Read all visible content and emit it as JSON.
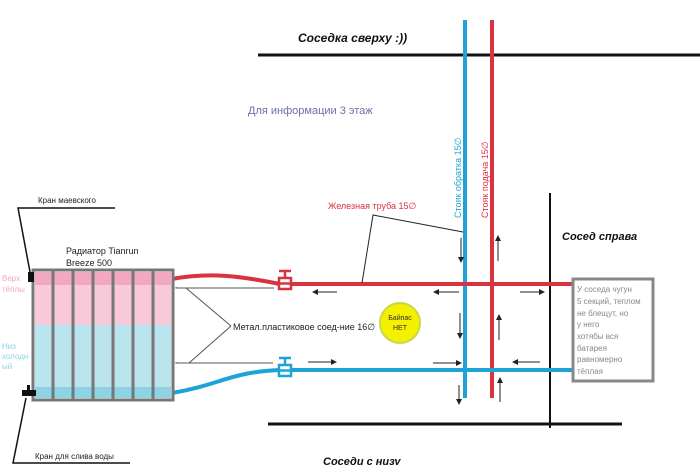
{
  "labels": {
    "upstairs": "Соседка сверху :))",
    "info": "Для информации 3 этаж",
    "riser_return": "Стояк обратка 15∅",
    "riser_supply": "Стояк подача 15∅",
    "iron_pipe": "Железная труба 15∅",
    "right_neighbor": "Сосед справа",
    "mayevsky_valve": "Кран маевского",
    "radiator_line1": "Радиатор Tianrun",
    "radiator_line2": "Breeze 500",
    "top_warm_1": "Верх",
    "top_warm_2": "тёплы",
    "bottom_cold_1": "Низ",
    "bottom_cold_2": "холодн",
    "bottom_cold_3": "ый",
    "metal_plastic": "Метал.пластиковое соед-ние 16∅",
    "bypass_1": "Байпас",
    "bypass_2": "НЕТ",
    "drain_valve": "Кран для слива воды",
    "downstairs": "Соседи с низу"
  },
  "neighbor_note": [
    "У соседа чугун",
    "5 секций, теплом",
    "не блещут, но",
    "у него",
    "хотябы вся",
    "батарея",
    "равномерно",
    "тёплая"
  ],
  "colors": {
    "hot": "#d9333f",
    "cold": "#1ea3d6",
    "pink": "#f4a7c0",
    "lightblue": "#8ed3e3",
    "bypass": "#f3f000"
  }
}
